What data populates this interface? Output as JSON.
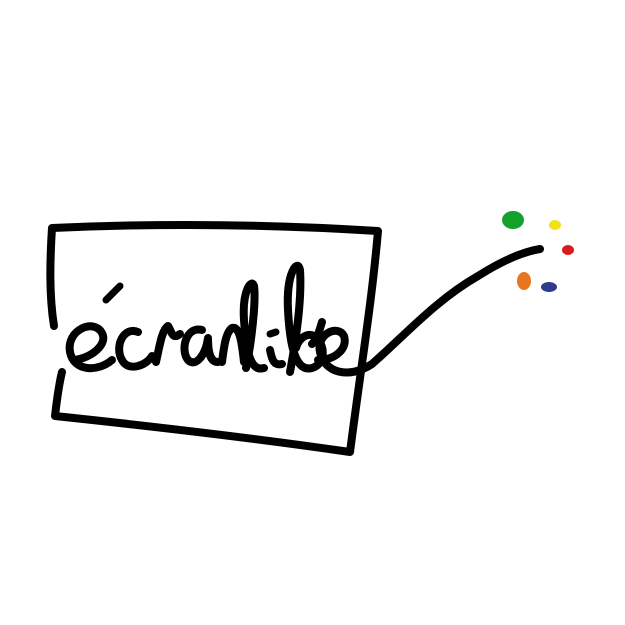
{
  "logo": {
    "wordmark": "écran libre",
    "ink_color": "#000000",
    "background_color": "#ffffff",
    "dots": [
      {
        "name": "green-dot",
        "color": "#14a02c"
      },
      {
        "name": "yellow-dot",
        "color": "#f3e01a"
      },
      {
        "name": "red-dot",
        "color": "#d91d1d"
      },
      {
        "name": "orange-dot",
        "color": "#e8761e"
      },
      {
        "name": "blue-dot",
        "color": "#2e3a8e"
      }
    ]
  }
}
